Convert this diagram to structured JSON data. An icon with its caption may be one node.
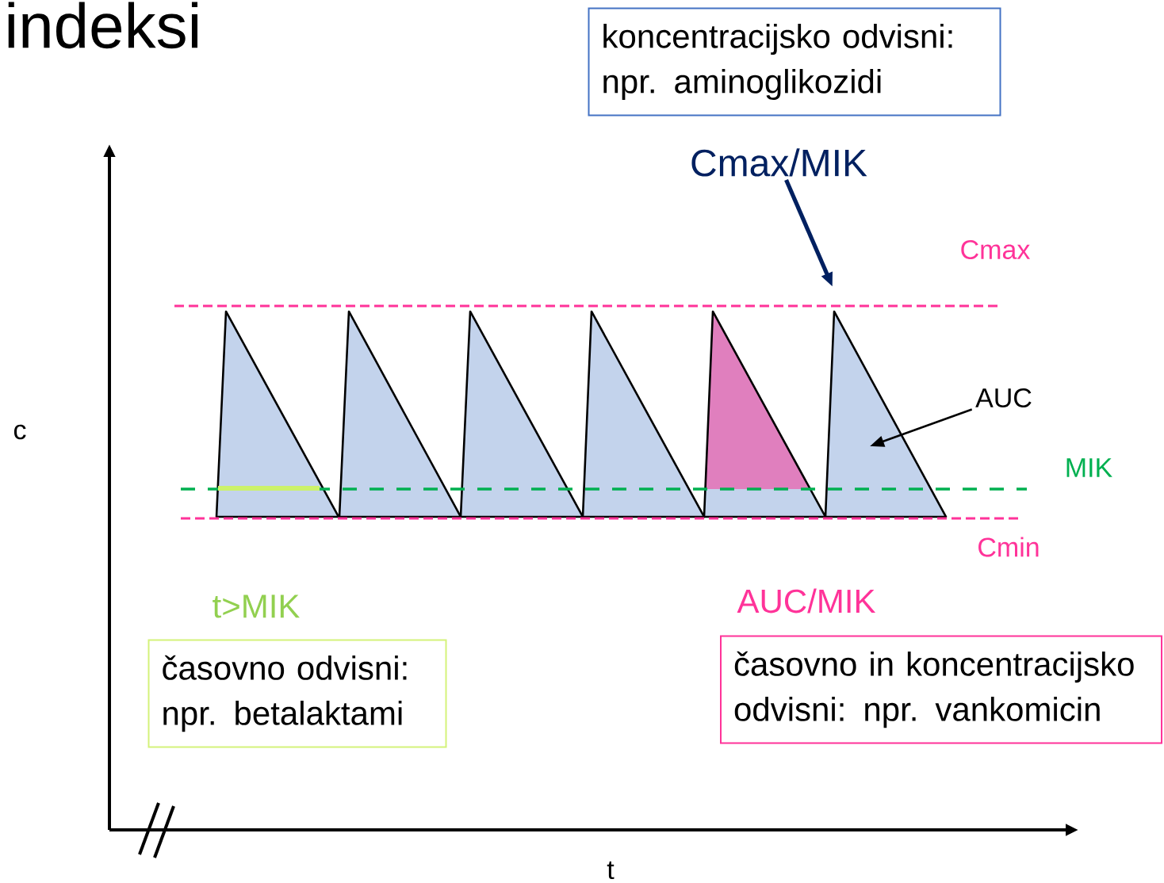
{
  "diagram": {
    "title": "indeksi",
    "nodes": [
      {
        "text": [
          "koncentracijsko odvisni: npr. aminoglikozidi"
        ]
      },
      {
        "text": [
          "Cmax/MIK"
        ]
      },
      {
        "text": [
          "AUC"
        ]
      },
      {
        "text": [
          "t>MIK",
          "časovno odvisni: npr. betalaktami"
        ]
      },
      {
        "text": [
          "AUC/MIK",
          "časovno in koncentracijsko odvisni: npr. vankomicin"
        ]
      }
    ],
    "edges": [
      {
        "from": 1,
        "to": null,
        "arrow": "to",
        "style": "thick",
        "color": "#002060"
      },
      {
        "from": 2,
        "to": null,
        "arrow": "to",
        "color": "#000000"
      }
    ],
    "labels": [
      "Cmax",
      "MIK",
      "Cmin",
      "c",
      "t"
    ]
  }
}
